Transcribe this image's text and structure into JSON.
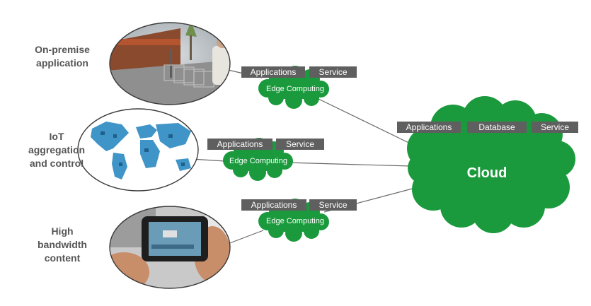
{
  "rows": [
    {
      "label": "On-premise\napplication",
      "image": "store-front-photo"
    },
    {
      "label": "IoT\naggregation\nand control",
      "image": "world-map-icons"
    },
    {
      "label": "High\nbandwidth\ncontent",
      "image": "smartphone-video-photo"
    }
  ],
  "edge": {
    "label": "Edge Computing",
    "tags": [
      "Applications",
      "Service"
    ]
  },
  "cloud": {
    "label": "Cloud",
    "tags": [
      "Applications",
      "Database",
      "Service"
    ]
  },
  "colors": {
    "cloud_green": "#1a9a3c",
    "tag_gray": "#5f5f5f",
    "label_gray": "#555555",
    "line_gray": "#6a6a6a"
  }
}
